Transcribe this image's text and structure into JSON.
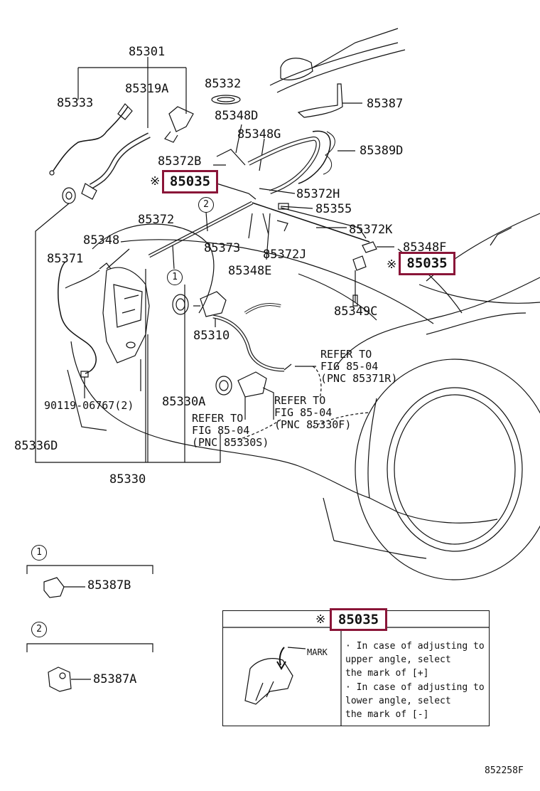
{
  "parts": {
    "p85301": "85301",
    "p85333": "85333",
    "p85319A": "85319A",
    "p85332": "85332",
    "p85348D": "85348D",
    "p85387": "85387",
    "p85348G": "85348G",
    "p85389D": "85389D",
    "p85372B": "85372B",
    "p85372H": "85372H",
    "p85355": "85355",
    "p85372": "85372",
    "p85372K": "85372K",
    "p85348_left": "85348",
    "p85373": "85373",
    "p85372J": "85372J",
    "p85348F": "85348F",
    "p85371": "85371",
    "p85348E": "85348E",
    "p85349C": "85349C",
    "p85310": "85310",
    "p90119": "90119-06767(2)",
    "p85330A": "85330A",
    "p85336D": "85336D",
    "p85330": "85330",
    "p85387B": "85387B",
    "p85387A": "85387A"
  },
  "highlighted": {
    "label_top": "85035",
    "label_right": "85035",
    "label_note": "85035",
    "mark_symbol": "※",
    "color": "#8a1538"
  },
  "refs": {
    "ref1": "REFER TO\nFIG 85-04\n(PNC 85371R)",
    "ref2": "REFER TO\nFIG 85-04\n(PNC 85330F)",
    "ref3": "REFER TO\nFIG 85-04\n(PNC 85330S)"
  },
  "callouts": {
    "c1": "1",
    "c2": "2"
  },
  "note": {
    "mark_label": "MARK",
    "line1": "· In case of adjusting to",
    "line2": "  upper angle, select",
    "line3": "  the mark of [+]",
    "line4": "· In case of adjusting to",
    "line5": "  lower angle, select",
    "line6": "  the mark of [-]"
  },
  "figure_id": "852258F"
}
